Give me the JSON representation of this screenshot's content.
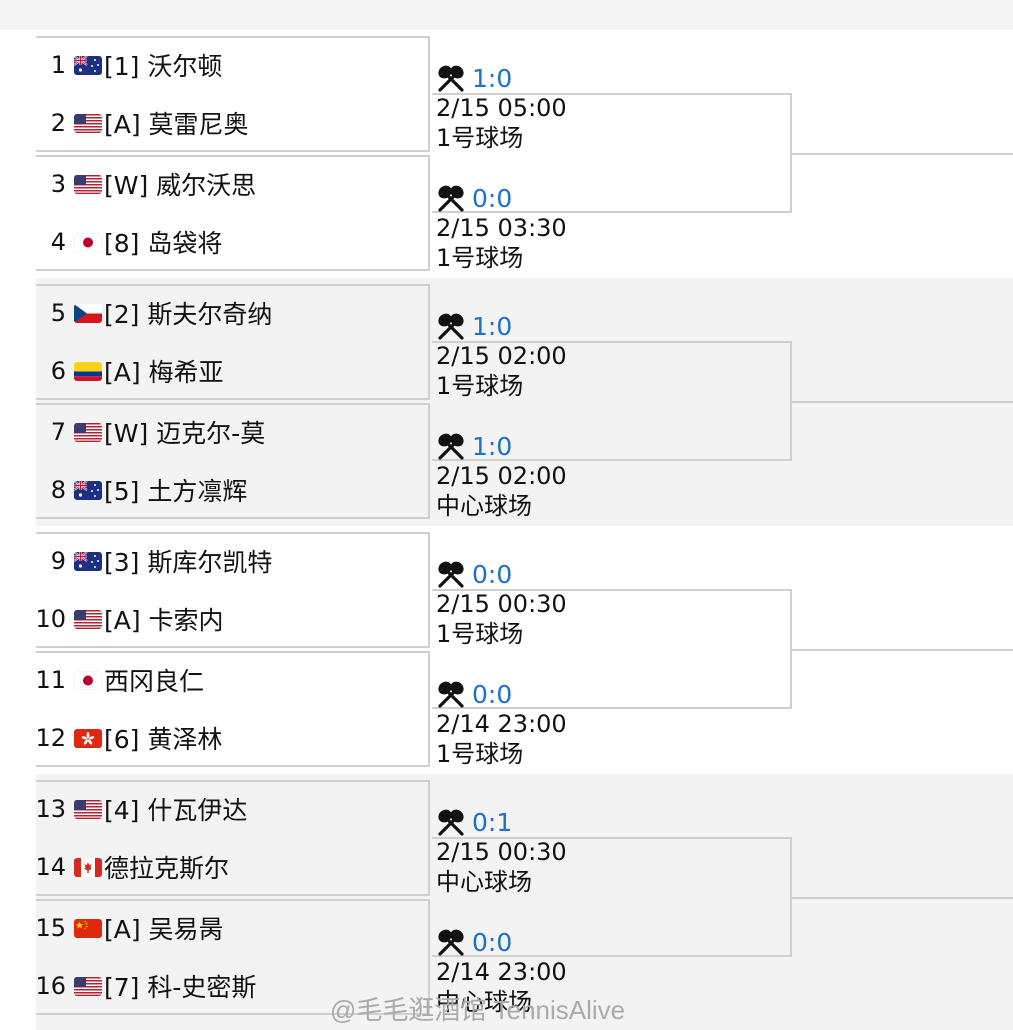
{
  "players": [
    {
      "num": "1",
      "flag": "AUS",
      "label": "[1] 沃尔顿"
    },
    {
      "num": "2",
      "flag": "USA",
      "label": "[A] 莫雷尼奥"
    },
    {
      "num": "3",
      "flag": "USA",
      "label": "[W] 威尔沃思"
    },
    {
      "num": "4",
      "flag": "JPN",
      "label": "[8] 岛袋将"
    },
    {
      "num": "5",
      "flag": "CZE",
      "label": "[2] 斯夫尔奇纳"
    },
    {
      "num": "6",
      "flag": "COL",
      "label": "[A] 梅希亚"
    },
    {
      "num": "7",
      "flag": "USA",
      "label": "[W] 迈克尔-莫"
    },
    {
      "num": "8",
      "flag": "AUS",
      "label": "[5] 土方凛辉"
    },
    {
      "num": "9",
      "flag": "AUS",
      "label": "[3] 斯库尔凯特"
    },
    {
      "num": "10",
      "flag": "USA",
      "label": "[A] 卡索内"
    },
    {
      "num": "11",
      "flag": "JPN",
      "label": " 西冈良仁"
    },
    {
      "num": "12",
      "flag": "HKG",
      "label": "[6] 黄泽林"
    },
    {
      "num": "13",
      "flag": "USA",
      "label": "[4] 什瓦伊达"
    },
    {
      "num": "14",
      "flag": "CAN",
      "label": " 德拉克斯尔"
    },
    {
      "num": "15",
      "flag": "CHN",
      "label": "[A] 吴易昺"
    },
    {
      "num": "16",
      "flag": "USA",
      "label": "[7] 科-史密斯"
    }
  ],
  "matches": [
    {
      "score": "1:0",
      "time": "2/15 05:00",
      "court": "1号球场"
    },
    {
      "score": "0:0",
      "time": "2/15 03:30",
      "court": "1号球场"
    },
    {
      "score": "1:0",
      "time": "2/15 02:00",
      "court": "1号球场"
    },
    {
      "score": "1:0",
      "time": "2/15 02:00",
      "court": "中心球场"
    },
    {
      "score": "0:0",
      "time": "2/15 00:30",
      "court": "1号球场"
    },
    {
      "score": "0:0",
      "time": "2/14 23:00",
      "court": "1号球场"
    },
    {
      "score": "0:1",
      "time": "2/15 00:30",
      "court": "中心球场"
    },
    {
      "score": "0:0",
      "time": "2/14 23:00",
      "court": "中心球场"
    }
  ],
  "icons": {
    "match_icon": "crossed-rackets-icon"
  },
  "colors": {
    "score": "#1e6fc9",
    "line": "#cfcfcf",
    "band_gray": "#f3f3f3"
  },
  "watermark": "@毛毛逛酒馆 TennisAlive"
}
